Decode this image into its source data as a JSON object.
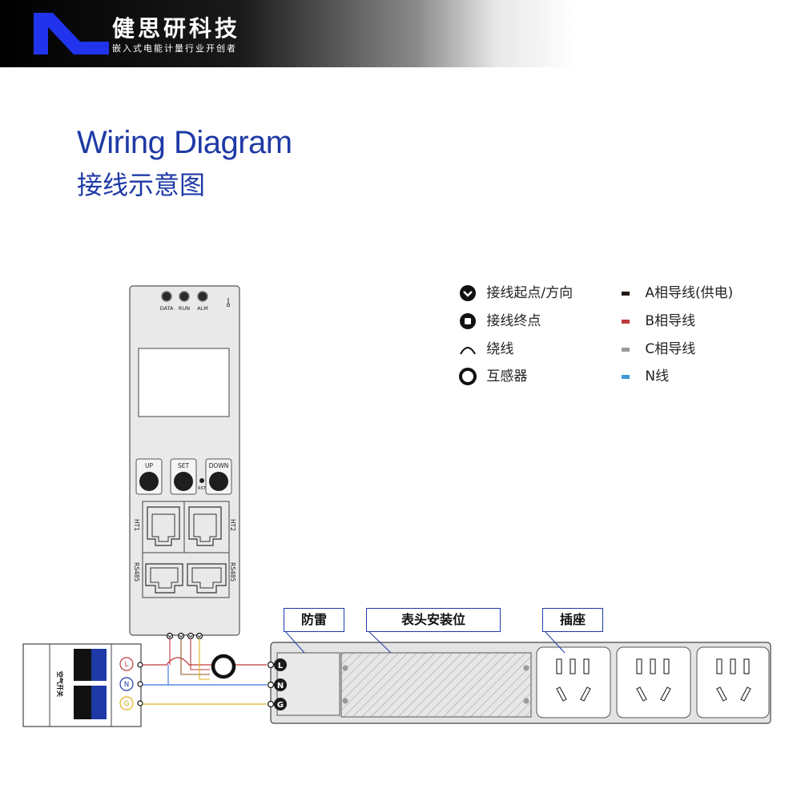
{
  "header": {
    "brand": "健思研科技",
    "slogan": "嵌入式电能计量行业开创者",
    "logo": "brand-logo"
  },
  "title": {
    "en": "Wiring Diagram",
    "cn": "接线示意图"
  },
  "legend_symbols": [
    {
      "icon": "chevron-down-circle-icon",
      "label": "接线起点/方向"
    },
    {
      "icon": "stop-square-circle-icon",
      "label": "接线终点"
    },
    {
      "icon": "arc-icon",
      "label": "绕线"
    },
    {
      "icon": "ring-icon",
      "label": "互感器"
    }
  ],
  "legend_wires": [
    {
      "color": "#231815",
      "label": "A相导线(供电)"
    },
    {
      "color": "#c0393b",
      "label": "B相导线"
    },
    {
      "color": "#9a9a9a",
      "label": "C相导线"
    },
    {
      "color": "#3a9ad9",
      "label": "N线"
    }
  ],
  "meter": {
    "leds": [
      "DATA",
      "RUN",
      "ALM"
    ],
    "buttons": [
      "UP",
      "SET",
      "DOWN"
    ],
    "rst": "RST",
    "ports": [
      "HT1",
      "HT2",
      "RS485",
      "RS485"
    ]
  },
  "breaker": {
    "label": "空气开关",
    "terminals": [
      "L",
      "N",
      "G"
    ]
  },
  "pdu": {
    "terminals": [
      "L",
      "N",
      "G"
    ],
    "labels": {
      "surge": "防雷",
      "meter_slot": "表头安装位",
      "socket": "插座"
    }
  },
  "colors": {
    "brand_blue": "#1f3aa6",
    "wire_red": "#c0393b",
    "wire_blue": "#3a6fd9",
    "wire_yellow": "#e0b020",
    "wire_brown": "#8b5a2b"
  }
}
